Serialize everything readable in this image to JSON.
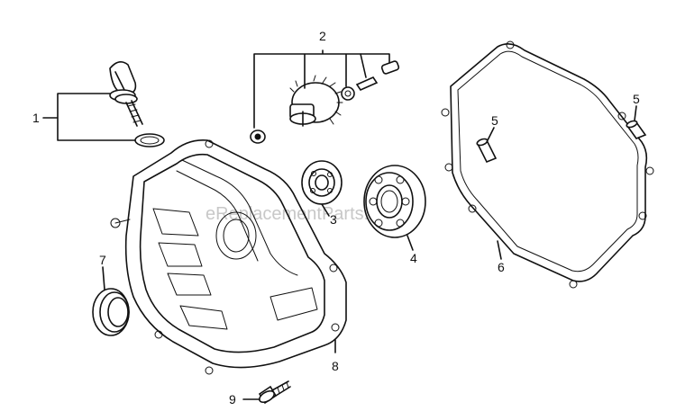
{
  "diagram": {
    "watermark": "eReplacementParts.com",
    "callouts": [
      {
        "id": "c1",
        "label": "1"
      },
      {
        "id": "c2",
        "label": "2"
      },
      {
        "id": "c3",
        "label": "3"
      },
      {
        "id": "c4",
        "label": "4"
      },
      {
        "id": "c5a",
        "label": "5"
      },
      {
        "id": "c5b",
        "label": "5"
      },
      {
        "id": "c6",
        "label": "6"
      },
      {
        "id": "c7",
        "label": "7"
      },
      {
        "id": "c8",
        "label": "8"
      },
      {
        "id": "c9",
        "label": "9"
      }
    ]
  }
}
